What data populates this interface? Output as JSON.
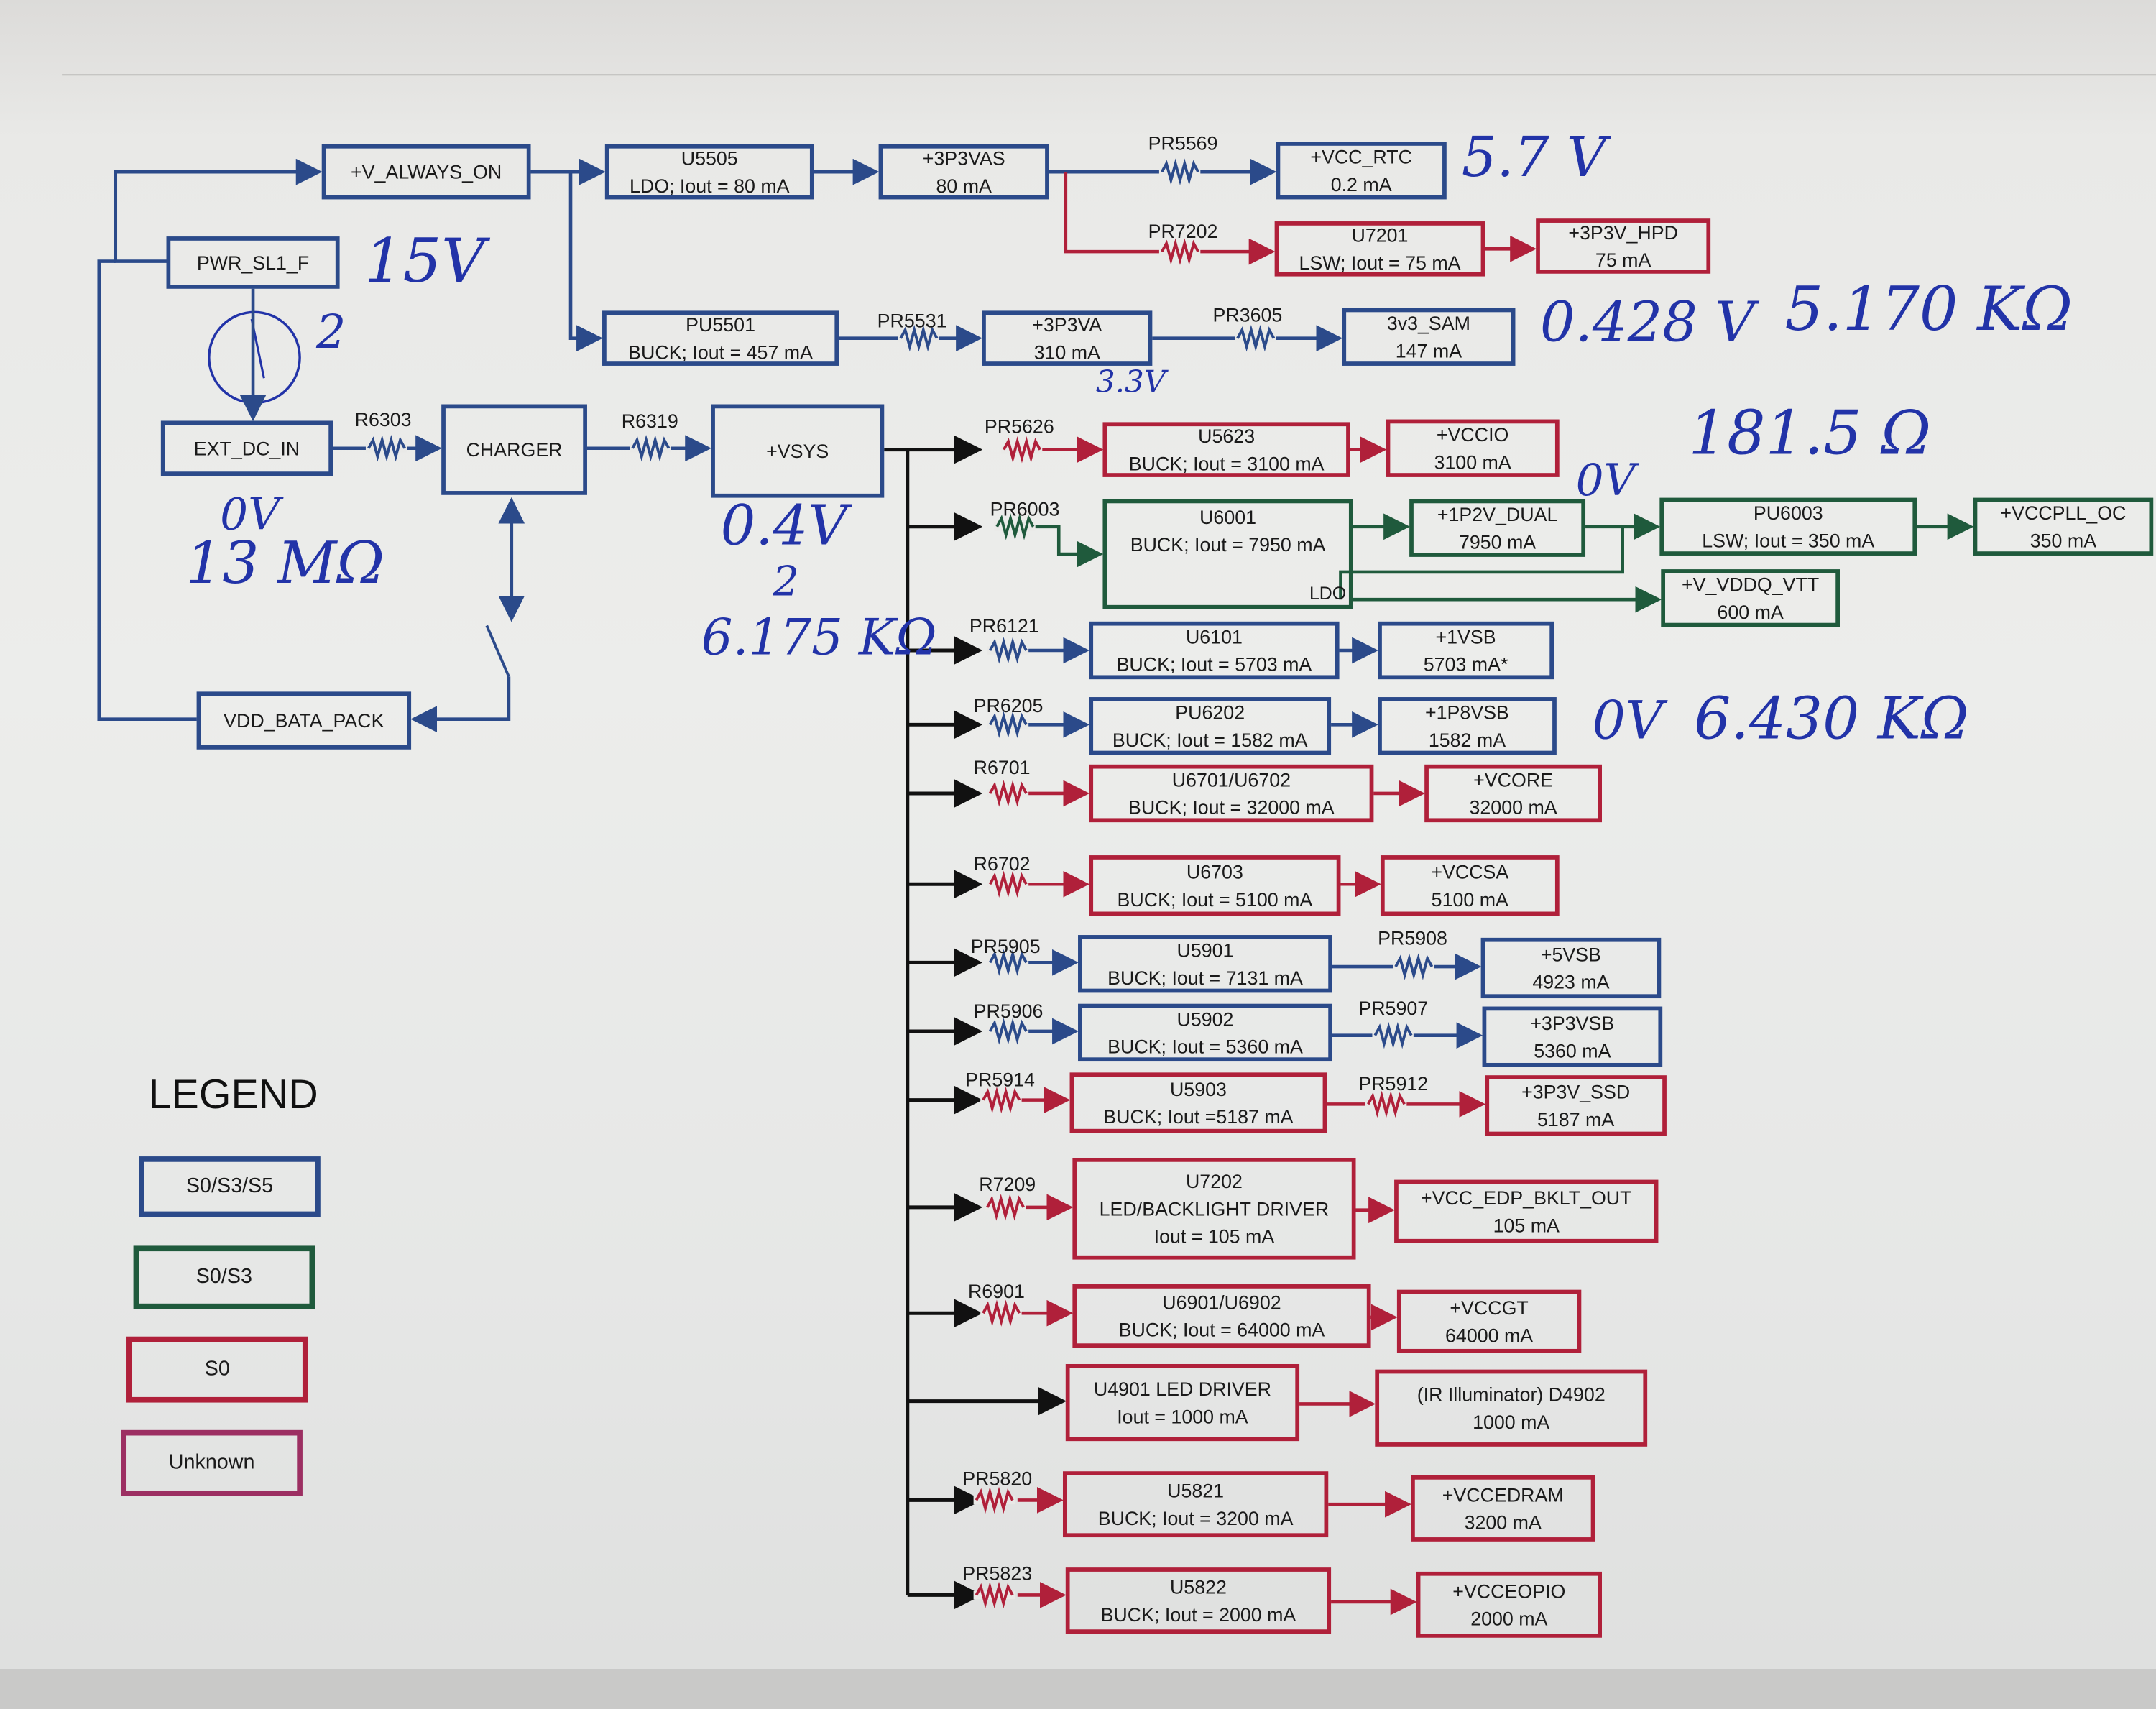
{
  "colors": {
    "S0/S3/S5": "#2b4a8a",
    "S0/S3": "#1f5a3c",
    "S0": "#b0203a",
    "Unknown": "#9c2f62",
    "bus": "#111111",
    "handwriting": "#2233a8"
  },
  "blocks": {
    "v_always_on": {
      "lines": [
        "+V_ALWAYS_ON"
      ],
      "state": "S0/S3/S5"
    },
    "u5505": {
      "lines": [
        "U5505",
        "LDO; Iout = 80 mA"
      ],
      "state": "S0/S3/S5"
    },
    "p3v3vas": {
      "lines": [
        "+3P3VAS",
        "80 mA"
      ],
      "state": "S0/S3/S5"
    },
    "vcc_rtc": {
      "lines": [
        "+VCC_RTC",
        "0.2 mA"
      ],
      "state": "S0/S3/S5"
    },
    "u7201": {
      "lines": [
        "U7201",
        "LSW; Iout = 75 mA"
      ],
      "state": "S0"
    },
    "p3v3v_hpd": {
      "lines": [
        "+3P3V_HPD",
        "75 mA"
      ],
      "state": "S0"
    },
    "pwr_sl1_f": {
      "lines": [
        "PWR_SL1_F"
      ],
      "state": "S0/S3/S5"
    },
    "pu5501": {
      "lines": [
        "PU5501",
        "BUCK; Iout = 457 mA"
      ],
      "state": "S0/S3/S5"
    },
    "p3v3va": {
      "lines": [
        "+3P3VA",
        "310 mA"
      ],
      "state": "S0/S3/S5"
    },
    "v3v3_sam": {
      "lines": [
        "3v3_SAM",
        "147 mA"
      ],
      "state": "S0/S3/S5"
    },
    "ext_dc_in": {
      "lines": [
        "EXT_DC_IN"
      ],
      "state": "S0/S3/S5"
    },
    "charger": {
      "lines": [
        "CHARGER"
      ],
      "state": "S0/S3/S5"
    },
    "vsys": {
      "lines": [
        "+VSYS"
      ],
      "state": "S0/S3/S5"
    },
    "vdd_bata_pack": {
      "lines": [
        "VDD_BATA_PACK"
      ],
      "state": "S0/S3/S5"
    },
    "u5623": {
      "lines": [
        "U5623",
        "BUCK; Iout = 3100 mA"
      ],
      "state": "S0"
    },
    "vccio": {
      "lines": [
        "+VCCIO",
        "3100 mA"
      ],
      "state": "S0"
    },
    "u6001": {
      "lines": [
        "U6001",
        "BUCK; Iout = 7950 mA"
      ],
      "state": "S0/S3",
      "sub": "LDO"
    },
    "p1v2_dual": {
      "lines": [
        "+1P2V_DUAL",
        "7950 mA"
      ],
      "state": "S0/S3"
    },
    "pu6003": {
      "lines": [
        "PU6003",
        "LSW; Iout = 350 mA"
      ],
      "state": "S0/S3"
    },
    "vccpll_oc": {
      "lines": [
        "+VCCPLL_OC",
        "350 mA"
      ],
      "state": "S0/S3"
    },
    "v_vddq_vtt": {
      "lines": [
        "+V_VDDQ_VTT",
        "600 mA"
      ],
      "state": "S0/S3"
    },
    "u6101": {
      "lines": [
        "U6101",
        "BUCK; Iout = 5703 mA"
      ],
      "state": "S0/S3/S5"
    },
    "p1vsb": {
      "lines": [
        "+1VSB",
        "5703 mA*"
      ],
      "state": "S0/S3/S5"
    },
    "pu6202": {
      "lines": [
        "PU6202",
        "BUCK; Iout = 1582 mA"
      ],
      "state": "S0/S3/S5"
    },
    "p1p8vsb": {
      "lines": [
        "+1P8VSB",
        "1582 mA"
      ],
      "state": "S0/S3/S5"
    },
    "u6701": {
      "lines": [
        "U6701/U6702",
        "BUCK; Iout = 32000 mA"
      ],
      "state": "S0"
    },
    "vcore": {
      "lines": [
        "+VCORE",
        "32000 mA"
      ],
      "state": "S0"
    },
    "u6703": {
      "lines": [
        "U6703",
        "BUCK; Iout = 5100 mA"
      ],
      "state": "S0"
    },
    "vccsa": {
      "lines": [
        "+VCCSA",
        "5100 mA"
      ],
      "state": "S0"
    },
    "u5901": {
      "lines": [
        "U5901",
        "BUCK; Iout = 7131 mA"
      ],
      "state": "S0/S3/S5"
    },
    "p5vsb": {
      "lines": [
        "+5VSB",
        "4923 mA"
      ],
      "state": "S0/S3/S5"
    },
    "u5902": {
      "lines": [
        "U5902",
        "BUCK; Iout = 5360 mA"
      ],
      "state": "S0/S3/S5"
    },
    "p3p3vsb": {
      "lines": [
        "+3P3VSB",
        "5360 mA"
      ],
      "state": "S0/S3/S5"
    },
    "u5903": {
      "lines": [
        "U5903",
        "BUCK; Iout =5187 mA"
      ],
      "state": "S0"
    },
    "p3p3v_ssd": {
      "lines": [
        "+3P3V_SSD",
        "5187 mA"
      ],
      "state": "S0"
    },
    "u7202": {
      "lines": [
        "U7202",
        "LED/BACKLIGHT DRIVER",
        "Iout = 105 mA"
      ],
      "state": "S0"
    },
    "vcc_edp": {
      "lines": [
        "+VCC_EDP_BKLT_OUT",
        "105 mA"
      ],
      "state": "S0"
    },
    "u6901": {
      "lines": [
        "U6901/U6902",
        "BUCK; Iout = 64000 mA"
      ],
      "state": "S0"
    },
    "vccgt": {
      "lines": [
        "+VCCGT",
        "64000 mA"
      ],
      "state": "S0"
    },
    "u4901": {
      "lines": [
        "U4901 LED DRIVER",
        "Iout = 1000 mA"
      ],
      "state": "S0"
    },
    "ir_d4902": {
      "lines": [
        "(IR Illuminator) D4902",
        "1000 mA"
      ],
      "state": "S0"
    },
    "u5821": {
      "lines": [
        "U5821",
        "BUCK; Iout = 3200 mA"
      ],
      "state": "S0"
    },
    "vccedram": {
      "lines": [
        "+VCCEDRAM",
        "3200 mA"
      ],
      "state": "S0"
    },
    "u5822": {
      "lines": [
        "U5822",
        "BUCK; Iout = 2000 mA"
      ],
      "state": "S0"
    },
    "vcceopio": {
      "lines": [
        "+VCCEOPIO",
        "2000 mA"
      ],
      "state": "S0"
    }
  },
  "resistors": {
    "PR5569": "PR5569",
    "PR7202": "PR7202",
    "PR5531": "PR5531",
    "PR3605": "PR3605",
    "R6303": "R6303",
    "R6319": "R6319",
    "PR5626": "PR5626",
    "PR6003": "PR6003",
    "PR6121": "PR6121",
    "PR6205": "PR6205",
    "R6701": "R6701",
    "R6702": "R6702",
    "PR5905": "PR5905",
    "PR5906": "PR5906",
    "PR5908": "PR5908",
    "PR5907": "PR5907",
    "PR5914": "PR5914",
    "PR5912": "PR5912",
    "R7209": "R7209",
    "R6901": "R6901",
    "PR5820": "PR5820",
    "PR5823": "PR5823"
  },
  "legend": {
    "title": "LEGEND",
    "items": [
      "S0/S3/S5",
      "S0/S3",
      "S0",
      "Unknown"
    ]
  },
  "handwritten_notes": {
    "vcc_rtc_voltage": "5.7 V",
    "pwr_voltage": "15V",
    "meter_mark": "2",
    "sam_voltage": "0.428 V",
    "sam_resistance": "5.170 KΩ",
    "p3v3va_voltage": "3.3V",
    "vccio_resistance": "181.5 Ω",
    "dual_voltage": "0V",
    "ext_dc_voltage": "0V",
    "ext_dc_resistance": "13 MΩ",
    "vsys_voltage": "0.4V",
    "vsys_mark": "2",
    "vsys_resistance": "6.175 KΩ",
    "p1p8vsb_voltage": "0V",
    "p1p8vsb_resistance": "6.430 KΩ"
  }
}
